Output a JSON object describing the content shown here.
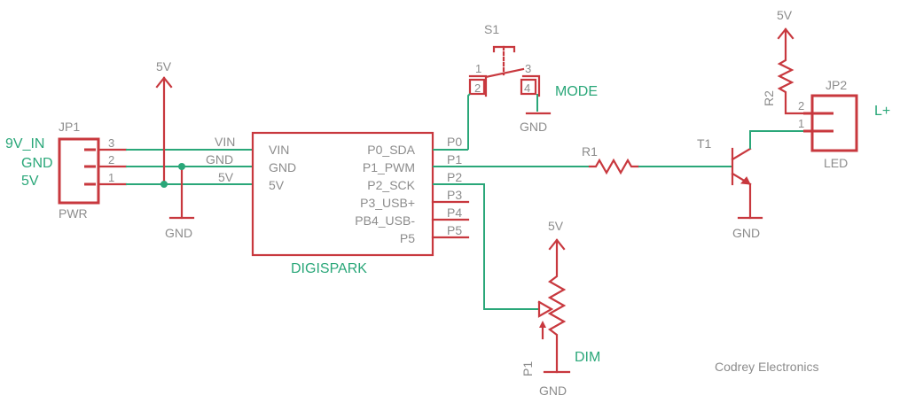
{
  "jp1": {
    "ref": "JP1",
    "value": "PWR",
    "pin_numbers": [
      "3",
      "2",
      "1"
    ],
    "net_labels": [
      "9V_IN",
      "GND",
      "5V"
    ]
  },
  "power": {
    "gnd": "GND",
    "v5": "5V"
  },
  "digispark": {
    "name": "DIGISPARK",
    "left_pins": [
      "VIN",
      "GND",
      "5V"
    ],
    "left_nets": [
      "VIN",
      "GND",
      "5V"
    ],
    "right_pins": [
      "P0_SDA",
      "P1_PWM",
      "P2_SCK",
      "P3_USB+",
      "PB4_USB-",
      "P5"
    ],
    "right_nets": [
      "P0",
      "P1",
      "P2",
      "P3",
      "P4",
      "P5"
    ]
  },
  "s1": {
    "ref": "S1",
    "pins": [
      "1",
      "2",
      "3",
      "4"
    ],
    "net": "MODE"
  },
  "r1": {
    "ref": "R1"
  },
  "t1": {
    "ref": "T1"
  },
  "r2": {
    "ref": "R2"
  },
  "jp2": {
    "ref": "JP2",
    "value": "LED",
    "pin_numbers": [
      "2",
      "1"
    ],
    "net": "L+"
  },
  "p1": {
    "ref": "P1",
    "net": "DIM"
  },
  "credit": "Codrey Electronics"
}
